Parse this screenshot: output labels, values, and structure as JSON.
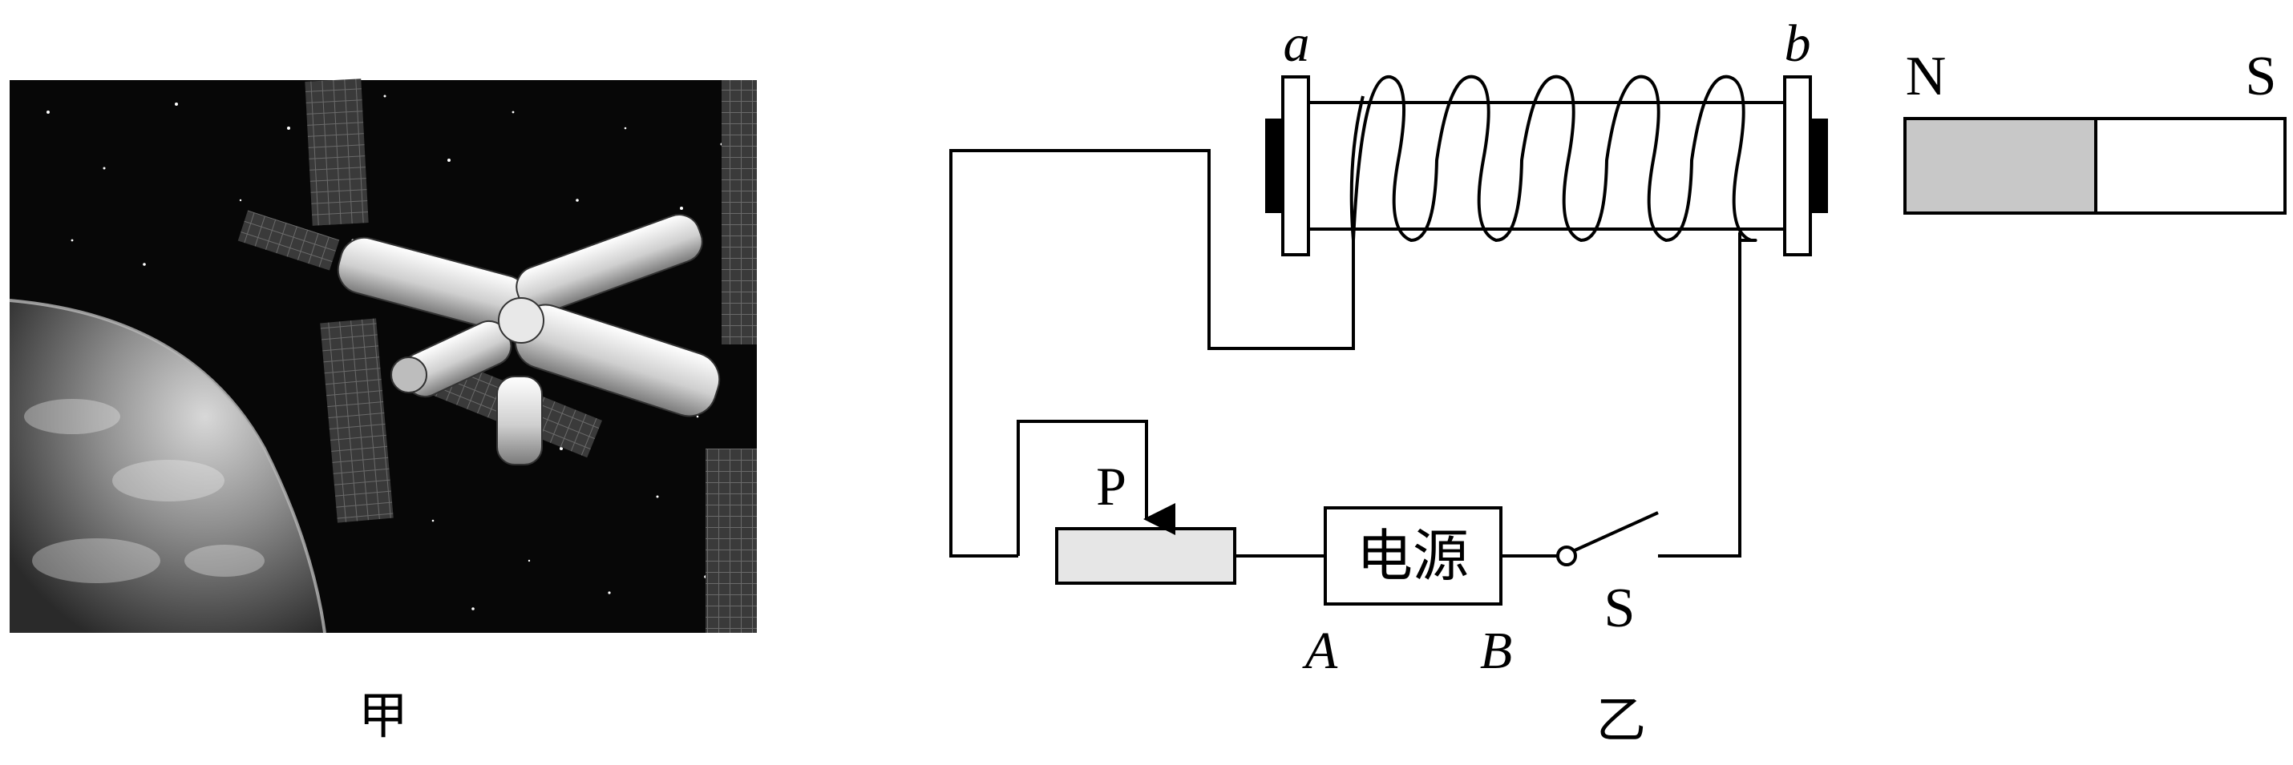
{
  "panel_jia": {
    "label": "甲",
    "photo_subject": "space-station-over-earth",
    "photo_style": "grayscale"
  },
  "panel_yi": {
    "label": "乙",
    "solenoid": {
      "end_a": "a",
      "end_b": "b"
    },
    "magnet": {
      "pole_left": "N",
      "pole_right": "S",
      "left_fill": "#c8c8c8",
      "right_fill": "#ffffff"
    },
    "rheostat": {
      "slider_label": "P"
    },
    "power_supply": {
      "label": "电源",
      "terminal_left": "A",
      "terminal_right": "B"
    },
    "switch": {
      "label": "S"
    }
  },
  "colors": {
    "line": "#000000",
    "background": "#ffffff",
    "rheostat_fill": "#e6e6e6"
  }
}
